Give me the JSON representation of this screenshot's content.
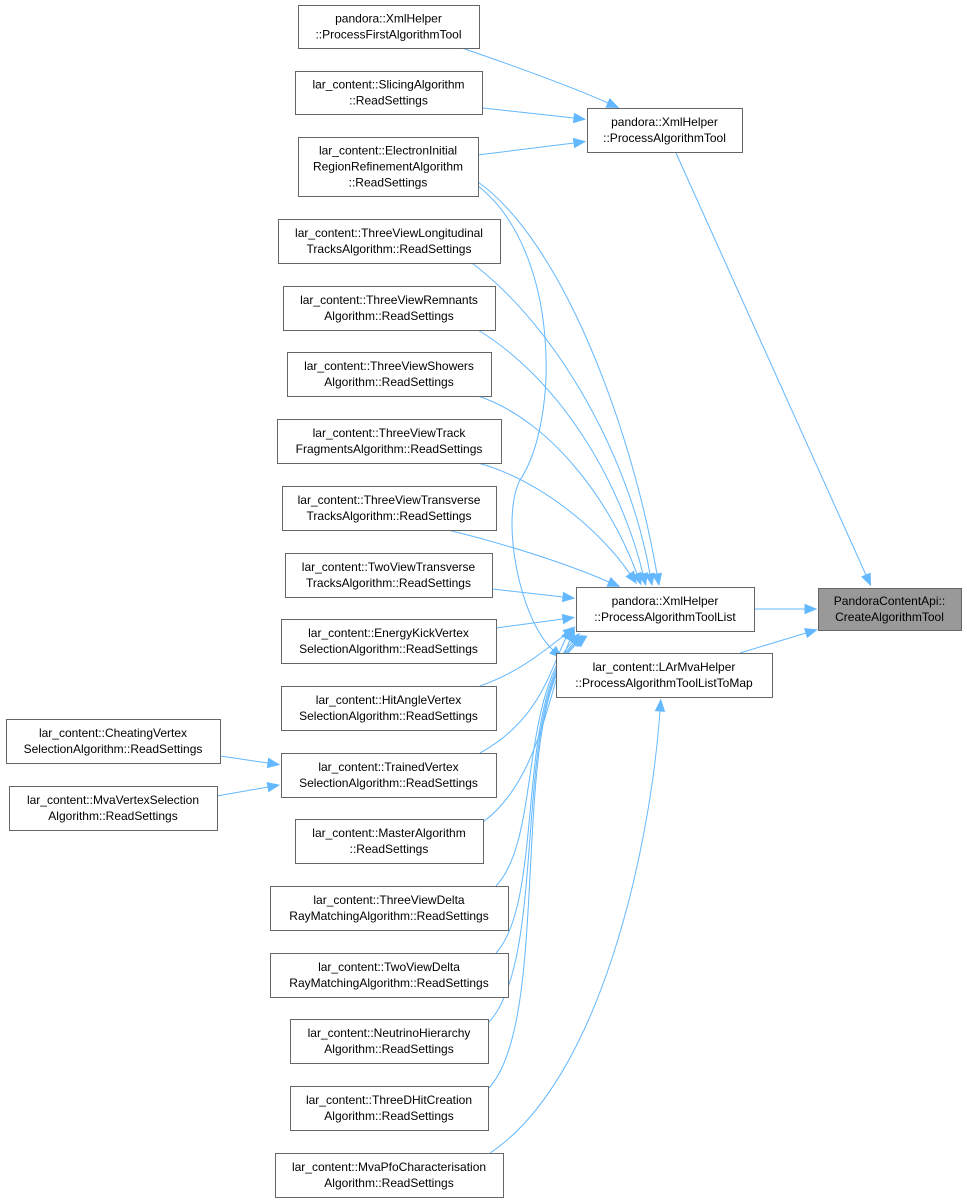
{
  "nodes": [
    {
      "id": "root",
      "lines": [
        "PandoraContentApi::",
        "CreateAlgorithmTool"
      ],
      "root": true
    },
    {
      "id": "xml_pat",
      "lines": [
        "pandora::XmlHelper",
        "::ProcessAlgorithmTool"
      ]
    },
    {
      "id": "xml_patl",
      "lines": [
        "pandora::XmlHelper",
        "::ProcessAlgorithmToolList"
      ]
    },
    {
      "id": "mva_map",
      "lines": [
        "lar_content::LArMvaHelper",
        "::ProcessAlgorithmToolListToMap"
      ]
    },
    {
      "id": "xml_first",
      "lines": [
        "pandora::XmlHelper",
        "::ProcessFirstAlgorithmTool"
      ]
    },
    {
      "id": "slicing",
      "lines": [
        "lar_content::SlicingAlgorithm",
        "::ReadSettings"
      ]
    },
    {
      "id": "electron",
      "lines": [
        "lar_content::ElectronInitial",
        "RegionRefinementAlgorithm",
        "::ReadSettings"
      ]
    },
    {
      "id": "tvlong",
      "lines": [
        "lar_content::ThreeViewLongitudinal",
        "TracksAlgorithm::ReadSettings"
      ]
    },
    {
      "id": "tvremn",
      "lines": [
        "lar_content::ThreeViewRemnants",
        "Algorithm::ReadSettings"
      ]
    },
    {
      "id": "tvshow",
      "lines": [
        "lar_content::ThreeViewShowers",
        "Algorithm::ReadSettings"
      ]
    },
    {
      "id": "tvtrack",
      "lines": [
        "lar_content::ThreeViewTrack",
        "FragmentsAlgorithm::ReadSettings"
      ]
    },
    {
      "id": "tvtrans",
      "lines": [
        "lar_content::ThreeViewTransverse",
        "TracksAlgorithm::ReadSettings"
      ]
    },
    {
      "id": "twotrans",
      "lines": [
        "lar_content::TwoViewTransverse",
        "TracksAlgorithm::ReadSettings"
      ]
    },
    {
      "id": "energy",
      "lines": [
        "lar_content::EnergyKickVertex",
        "SelectionAlgorithm::ReadSettings"
      ]
    },
    {
      "id": "hitangle",
      "lines": [
        "lar_content::HitAngleVertex",
        "SelectionAlgorithm::ReadSettings"
      ]
    },
    {
      "id": "cheating",
      "lines": [
        "lar_content::CheatingVertex",
        "SelectionAlgorithm::ReadSettings"
      ]
    },
    {
      "id": "trained",
      "lines": [
        "lar_content::TrainedVertex",
        "SelectionAlgorithm::ReadSettings"
      ]
    },
    {
      "id": "mvavtx",
      "lines": [
        "lar_content::MvaVertexSelection",
        "Algorithm::ReadSettings"
      ]
    },
    {
      "id": "master",
      "lines": [
        "lar_content::MasterAlgorithm",
        "::ReadSettings"
      ]
    },
    {
      "id": "tvdelta",
      "lines": [
        "lar_content::ThreeViewDelta",
        "RayMatchingAlgorithm::ReadSettings"
      ]
    },
    {
      "id": "twodelta",
      "lines": [
        "lar_content::TwoViewDelta",
        "RayMatchingAlgorithm::ReadSettings"
      ]
    },
    {
      "id": "neutrino",
      "lines": [
        "lar_content::NeutrinoHierarchy",
        "Algorithm::ReadSettings"
      ]
    },
    {
      "id": "threedhit",
      "lines": [
        "lar_content::ThreeDHitCreation",
        "Algorithm::ReadSettings"
      ]
    },
    {
      "id": "mvapfo",
      "lines": [
        "lar_content::MvaPfoCharacterisation",
        "Algorithm::ReadSettings"
      ]
    }
  ],
  "edges": [
    {
      "from": "xml_pat",
      "to": "root"
    },
    {
      "from": "xml_patl",
      "to": "root"
    },
    {
      "from": "mva_map",
      "to": "root"
    },
    {
      "from": "xml_first",
      "to": "xml_pat"
    },
    {
      "from": "slicing",
      "to": "xml_pat"
    },
    {
      "from": "electron",
      "to": "xml_pat"
    },
    {
      "from": "electron",
      "to": "xml_patl"
    },
    {
      "from": "electron",
      "to": "mva_map"
    },
    {
      "from": "tvlong",
      "to": "xml_patl"
    },
    {
      "from": "tvremn",
      "to": "xml_patl"
    },
    {
      "from": "tvshow",
      "to": "xml_patl"
    },
    {
      "from": "tvtrack",
      "to": "xml_patl"
    },
    {
      "from": "tvtrans",
      "to": "xml_patl"
    },
    {
      "from": "twotrans",
      "to": "xml_patl"
    },
    {
      "from": "energy",
      "to": "xml_patl"
    },
    {
      "from": "hitangle",
      "to": "xml_patl"
    },
    {
      "from": "trained",
      "to": "xml_patl"
    },
    {
      "from": "master",
      "to": "xml_patl"
    },
    {
      "from": "tvdelta",
      "to": "xml_patl"
    },
    {
      "from": "twodelta",
      "to": "xml_patl"
    },
    {
      "from": "neutrino",
      "to": "xml_patl"
    },
    {
      "from": "threedhit",
      "to": "xml_patl"
    },
    {
      "from": "mvapfo",
      "to": "mva_map"
    },
    {
      "from": "cheating",
      "to": "trained"
    },
    {
      "from": "mvavtx",
      "to": "trained"
    }
  ],
  "colors": {
    "edge": "#63b8ff",
    "node_border": "#666666",
    "root_fill": "#999999"
  }
}
